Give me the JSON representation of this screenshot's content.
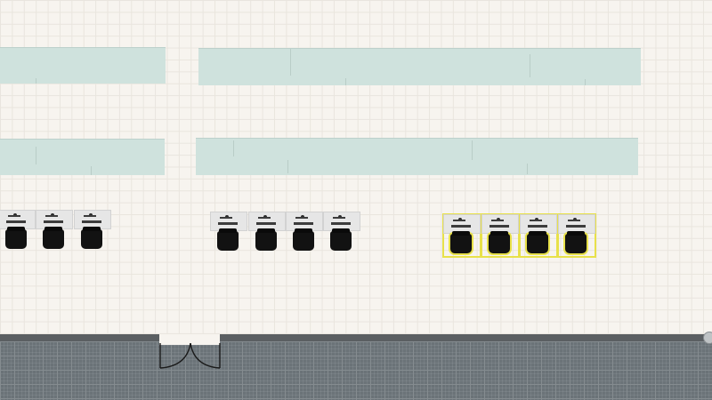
{
  "app": {
    "view": "office-floor-plan-editor"
  },
  "colors": {
    "canvas_background": "#f7f4ef",
    "grid_line": "#e9e5de",
    "table_fill": "#cfe2dd",
    "selection_outline": "#e8e14a",
    "wall": "#5b5f62",
    "floor_outside": "#6b7378"
  },
  "objects": {
    "table_rows": 2,
    "long_tables_count": 4,
    "desk_clusters": [
      {
        "name": "desk-cluster-left",
        "desks": 3,
        "selected": false
      },
      {
        "name": "desk-cluster-middle",
        "desks": 4,
        "selected": false
      },
      {
        "name": "desk-cluster-right",
        "desks": 4,
        "selected": true
      }
    ],
    "door": {
      "type": "double-swing-door",
      "icon": "door-swing-icon"
    }
  }
}
